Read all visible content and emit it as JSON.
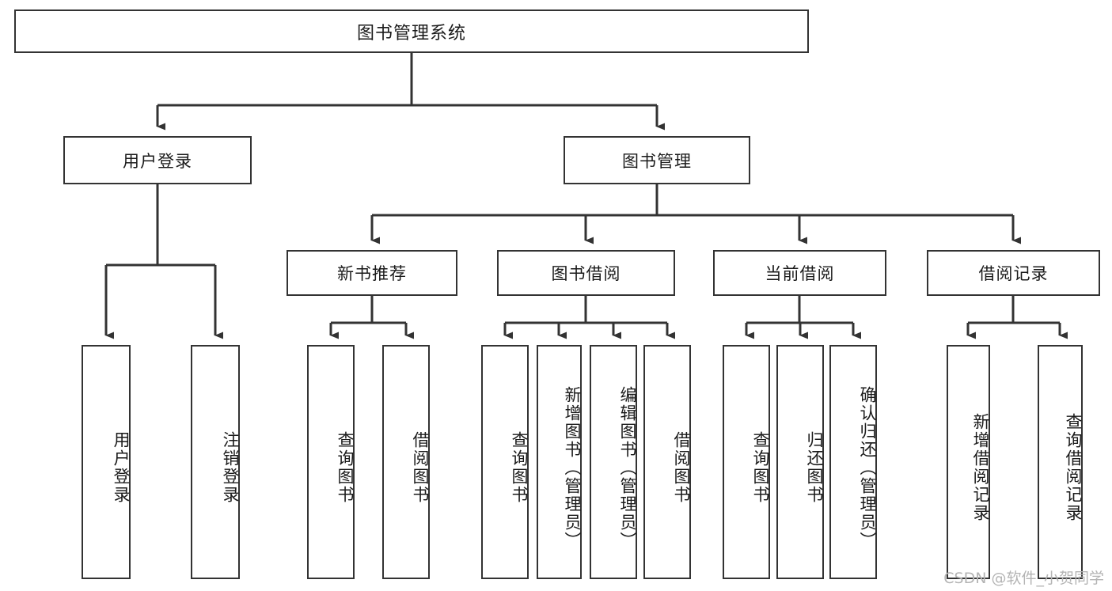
{
  "diagram": {
    "type": "tree-hierarchy",
    "title": "图书管理系统",
    "watermark": "CSDN @软件_小贺同学",
    "colors": {
      "box_border": "#333333",
      "box_fill": "#ffffff",
      "line": "#333333",
      "text": "#1a1a1a",
      "watermark": "#b4b4b4",
      "background": "#ffffff"
    },
    "root": {
      "label": "图书管理系统"
    },
    "level2": [
      {
        "label": "用户登录"
      },
      {
        "label": "图书管理"
      }
    ],
    "level3": [
      {
        "label": "新书推荐"
      },
      {
        "label": "图书借阅"
      },
      {
        "label": "当前借阅"
      },
      {
        "label": "借阅记录"
      }
    ],
    "leaves": {
      "user_login": [
        {
          "label": "用户登录"
        },
        {
          "label": "注销登录"
        }
      ],
      "new_book_recommend": [
        {
          "label": "查询图书"
        },
        {
          "label": "借阅图书"
        }
      ],
      "book_borrow": [
        {
          "label": "查询图书"
        },
        {
          "label": "新增图书（管理员）"
        },
        {
          "label": "编辑图书（管理员）"
        },
        {
          "label": "借阅图书"
        }
      ],
      "current_borrow": [
        {
          "label": "查询图书"
        },
        {
          "label": "归还图书"
        },
        {
          "label": "确认归还（管理员）"
        }
      ],
      "borrow_records": [
        {
          "label": "新增借阅记录"
        },
        {
          "label": "查询借阅记录"
        }
      ]
    }
  }
}
